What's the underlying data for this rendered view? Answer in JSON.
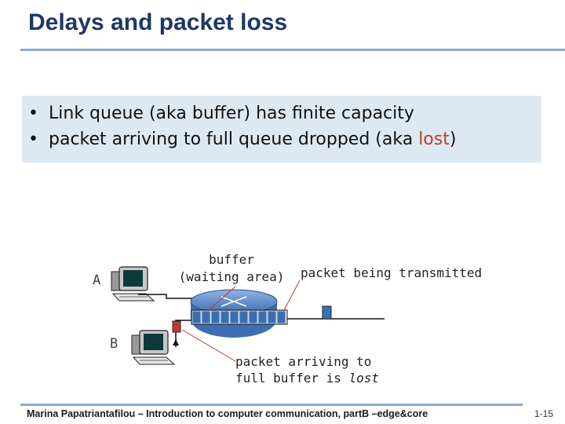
{
  "slide": {
    "title": "Delays and packet loss",
    "bullets": [
      {
        "prefix": "Link queue (aka buffer) has finite capacity",
        "highlight": "",
        "suffix": ""
      },
      {
        "prefix": "packet arriving to full queue dropped (aka ",
        "highlight": "lost",
        "suffix": ")"
      }
    ],
    "bullet_marker": "•"
  },
  "diagram": {
    "host_a_label": "A",
    "host_b_label": "B",
    "buffer_label_line1": "buffer",
    "buffer_label_line2": "(waiting area)",
    "transmitted_label": "packet being transmitted",
    "lost_label_line1": "packet arriving to",
    "lost_label_prefix": "full buffer is ",
    "lost_label_emph": "lost",
    "colors": {
      "queued_packet": "#3a6fb0",
      "arriving_packet": "#c0392b",
      "router_fill": "#5d8fd0",
      "callout_line": "#c0392b"
    }
  },
  "footer": {
    "text": "Marina Papatriantafilou –  Introduction to computer communication, partB –edge&core",
    "page_number": "1-15"
  }
}
